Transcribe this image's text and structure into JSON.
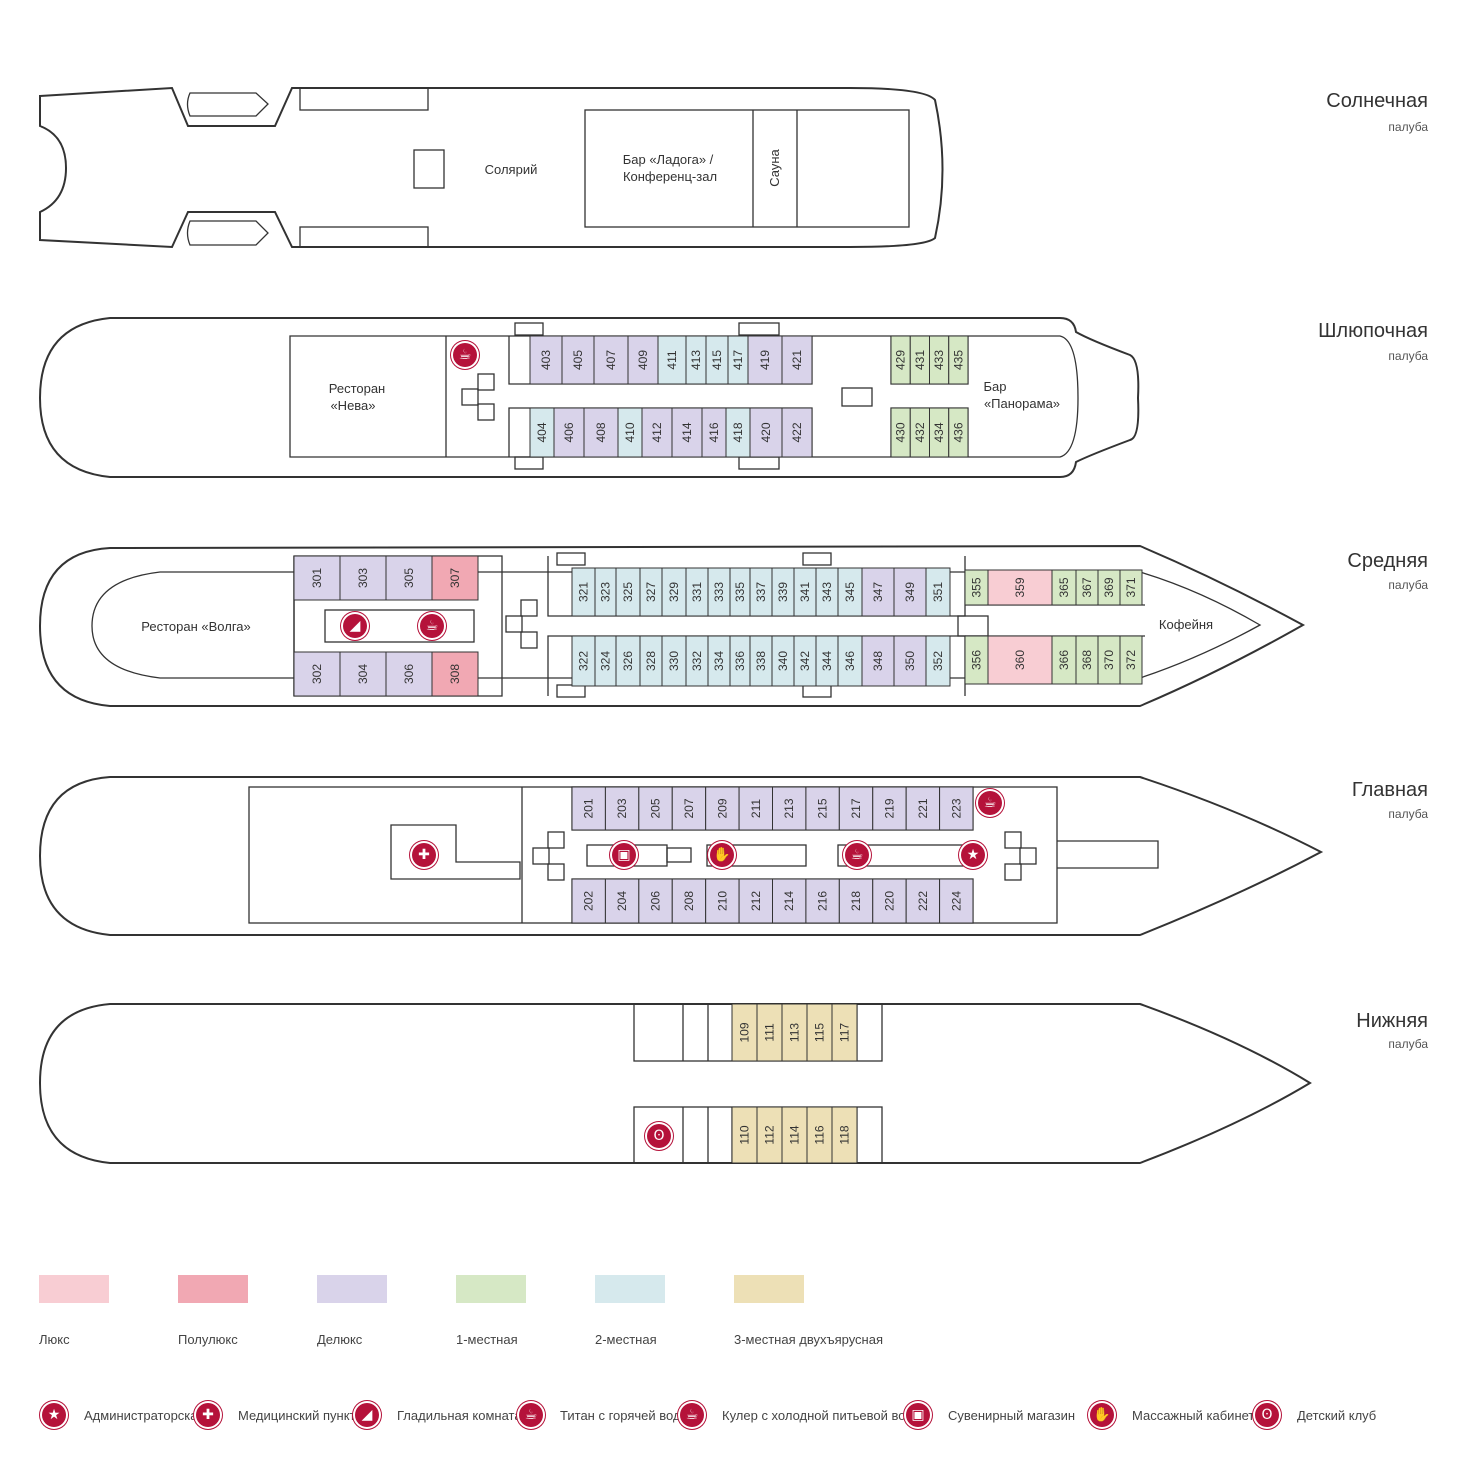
{
  "colors": {
    "lux": "#f8cdd3",
    "semilux": "#f1a8b3",
    "deluxe": "#d9d3ea",
    "single": "#d6e8c5",
    "double": "#d6e9ed",
    "triple": "#ede0b6",
    "outline": "#333333",
    "icon": "#b5123a"
  },
  "decks": [
    {
      "name": "Солнечная",
      "sub": "палуба"
    },
    {
      "name": "Шлюпочная",
      "sub": "палуба"
    },
    {
      "name": "Средняя",
      "sub": "палуба"
    },
    {
      "name": "Главная",
      "sub": "палуба"
    },
    {
      "name": "Нижняя",
      "sub": "палуба"
    }
  ],
  "rooms": {
    "solarium": "Солярий",
    "bar_ladoga_1": "Бар «Ладога» /",
    "bar_ladoga_2": "Конференц-зал",
    "sauna": "Сауна",
    "neva_1": "Ресторан",
    "neva_2": "«Нева»",
    "panorama_1": "Бар",
    "panorama_2": "«Панорама»",
    "volga": "Ресторан «Волга»",
    "coffee": "Кофейня"
  },
  "cabins": {
    "deck4_top": [
      {
        "n": "403",
        "c": "deluxe"
      },
      {
        "n": "405",
        "c": "deluxe"
      },
      {
        "n": "407",
        "c": "deluxe"
      },
      {
        "n": "409",
        "c": "deluxe"
      },
      {
        "n": "411",
        "c": "double"
      },
      {
        "n": "413",
        "c": "double"
      },
      {
        "n": "415",
        "c": "double"
      },
      {
        "n": "417",
        "c": "double"
      },
      {
        "n": "419",
        "c": "deluxe"
      },
      {
        "n": "421",
        "c": "deluxe"
      }
    ],
    "deck4_bottom": [
      {
        "n": "404",
        "c": "double"
      },
      {
        "n": "406",
        "c": "deluxe"
      },
      {
        "n": "408",
        "c": "deluxe"
      },
      {
        "n": "410",
        "c": "double"
      },
      {
        "n": "412",
        "c": "deluxe"
      },
      {
        "n": "414",
        "c": "deluxe"
      },
      {
        "n": "416",
        "c": "deluxe"
      },
      {
        "n": "418",
        "c": "double"
      },
      {
        "n": "420",
        "c": "deluxe"
      },
      {
        "n": "422",
        "c": "deluxe"
      }
    ],
    "deck4_fwd_top": [
      {
        "n": "429",
        "c": "single"
      },
      {
        "n": "431",
        "c": "single"
      },
      {
        "n": "433",
        "c": "single"
      },
      {
        "n": "435",
        "c": "single"
      }
    ],
    "deck4_fwd_bottom": [
      {
        "n": "430",
        "c": "single"
      },
      {
        "n": "432",
        "c": "single"
      },
      {
        "n": "434",
        "c": "single"
      },
      {
        "n": "436",
        "c": "single"
      }
    ],
    "deck3_aft_top": [
      {
        "n": "301",
        "c": "deluxe"
      },
      {
        "n": "303",
        "c": "deluxe"
      },
      {
        "n": "305",
        "c": "deluxe"
      },
      {
        "n": "307",
        "c": "semilux"
      }
    ],
    "deck3_aft_bottom": [
      {
        "n": "302",
        "c": "deluxe"
      },
      {
        "n": "304",
        "c": "deluxe"
      },
      {
        "n": "306",
        "c": "deluxe"
      },
      {
        "n": "308",
        "c": "semilux"
      }
    ],
    "deck3_top": [
      {
        "n": "321",
        "c": "double"
      },
      {
        "n": "323",
        "c": "double"
      },
      {
        "n": "325",
        "c": "double"
      },
      {
        "n": "327",
        "c": "double"
      },
      {
        "n": "329",
        "c": "double"
      },
      {
        "n": "331",
        "c": "double"
      },
      {
        "n": "333",
        "c": "double"
      },
      {
        "n": "335",
        "c": "double"
      },
      {
        "n": "337",
        "c": "double"
      },
      {
        "n": "339",
        "c": "double"
      },
      {
        "n": "341",
        "c": "double"
      },
      {
        "n": "343",
        "c": "double"
      },
      {
        "n": "345",
        "c": "double"
      },
      {
        "n": "347",
        "c": "deluxe"
      },
      {
        "n": "349",
        "c": "deluxe"
      },
      {
        "n": "351",
        "c": "double"
      }
    ],
    "deck3_bottom": [
      {
        "n": "322",
        "c": "double"
      },
      {
        "n": "324",
        "c": "double"
      },
      {
        "n": "326",
        "c": "double"
      },
      {
        "n": "328",
        "c": "double"
      },
      {
        "n": "330",
        "c": "double"
      },
      {
        "n": "332",
        "c": "double"
      },
      {
        "n": "334",
        "c": "double"
      },
      {
        "n": "336",
        "c": "double"
      },
      {
        "n": "338",
        "c": "double"
      },
      {
        "n": "340",
        "c": "double"
      },
      {
        "n": "342",
        "c": "double"
      },
      {
        "n": "344",
        "c": "double"
      },
      {
        "n": "346",
        "c": "double"
      },
      {
        "n": "348",
        "c": "deluxe"
      },
      {
        "n": "350",
        "c": "deluxe"
      },
      {
        "n": "352",
        "c": "double"
      }
    ],
    "deck3_fwd_top": [
      {
        "n": "355",
        "c": "single"
      },
      {
        "n": "359",
        "c": "lux"
      },
      {
        "n": "365",
        "c": "single"
      },
      {
        "n": "367",
        "c": "single"
      },
      {
        "n": "369",
        "c": "single"
      },
      {
        "n": "371",
        "c": "single"
      }
    ],
    "deck3_fwd_bottom": [
      {
        "n": "356",
        "c": "single"
      },
      {
        "n": "360",
        "c": "lux"
      },
      {
        "n": "366",
        "c": "single"
      },
      {
        "n": "368",
        "c": "single"
      },
      {
        "n": "370",
        "c": "single"
      },
      {
        "n": "372",
        "c": "single"
      }
    ],
    "deck2_top": [
      {
        "n": "201",
        "c": "deluxe"
      },
      {
        "n": "203",
        "c": "deluxe"
      },
      {
        "n": "205",
        "c": "deluxe"
      },
      {
        "n": "207",
        "c": "deluxe"
      },
      {
        "n": "209",
        "c": "deluxe"
      },
      {
        "n": "211",
        "c": "deluxe"
      },
      {
        "n": "213",
        "c": "deluxe"
      },
      {
        "n": "215",
        "c": "deluxe"
      },
      {
        "n": "217",
        "c": "deluxe"
      },
      {
        "n": "219",
        "c": "deluxe"
      },
      {
        "n": "221",
        "c": "deluxe"
      },
      {
        "n": "223",
        "c": "deluxe"
      }
    ],
    "deck2_bottom": [
      {
        "n": "202",
        "c": "deluxe"
      },
      {
        "n": "204",
        "c": "deluxe"
      },
      {
        "n": "206",
        "c": "deluxe"
      },
      {
        "n": "208",
        "c": "deluxe"
      },
      {
        "n": "210",
        "c": "deluxe"
      },
      {
        "n": "212",
        "c": "deluxe"
      },
      {
        "n": "214",
        "c": "deluxe"
      },
      {
        "n": "216",
        "c": "deluxe"
      },
      {
        "n": "218",
        "c": "deluxe"
      },
      {
        "n": "220",
        "c": "deluxe"
      },
      {
        "n": "222",
        "c": "deluxe"
      },
      {
        "n": "224",
        "c": "deluxe"
      }
    ],
    "deck1_top": [
      {
        "n": "109",
        "c": "triple"
      },
      {
        "n": "111",
        "c": "triple"
      },
      {
        "n": "113",
        "c": "triple"
      },
      {
        "n": "115",
        "c": "triple"
      },
      {
        "n": "117",
        "c": "triple"
      }
    ],
    "deck1_bottom": [
      {
        "n": "110",
        "c": "triple"
      },
      {
        "n": "112",
        "c": "triple"
      },
      {
        "n": "114",
        "c": "triple"
      },
      {
        "n": "116",
        "c": "triple"
      },
      {
        "n": "118",
        "c": "triple"
      }
    ]
  },
  "legend": [
    {
      "label": "Люкс",
      "c": "lux"
    },
    {
      "label": "Полулюкс",
      "c": "semilux"
    },
    {
      "label": "Делюкс",
      "c": "deluxe"
    },
    {
      "label": "1-местная",
      "c": "single"
    },
    {
      "label": "2-местная",
      "c": "double"
    },
    {
      "label": "3-местная двухъярусная",
      "c": "triple"
    }
  ],
  "icon_legend": [
    {
      "icon": "star-icon",
      "glyph": "★",
      "label": "Администраторская"
    },
    {
      "icon": "medical-cross-icon",
      "glyph": "✚",
      "label": "Медицинский пункт"
    },
    {
      "icon": "iron-icon",
      "glyph": "◢",
      "label": "Гладильная комната"
    },
    {
      "icon": "hot-water-cup-icon",
      "glyph": "☕",
      "label": "Титан с горячей водой"
    },
    {
      "icon": "cold-water-cooler-icon",
      "glyph": "☕",
      "label": "Кулер с холодной питьевой водой"
    },
    {
      "icon": "gift-icon",
      "glyph": "🎁",
      "label": "Сувенирный магазин"
    },
    {
      "icon": "hand-icon",
      "glyph": "✋",
      "label": "Массажный кабинет"
    },
    {
      "icon": "teddy-bear-icon",
      "glyph": "ʘ",
      "label": "Детский клуб"
    }
  ]
}
